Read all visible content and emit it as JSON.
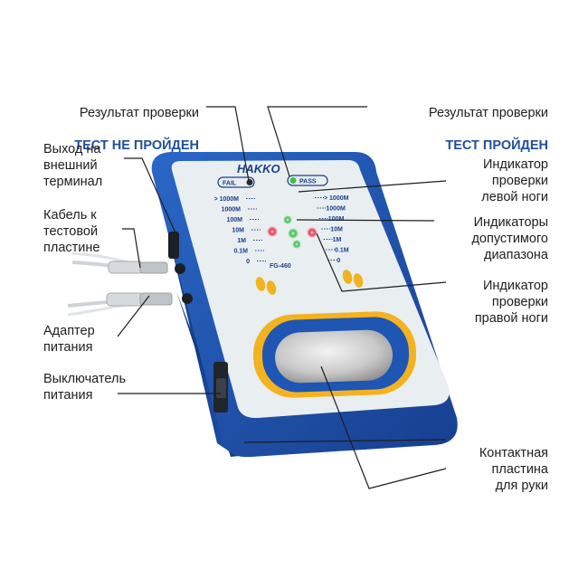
{
  "colors": {
    "device_blue": "#1f55b3",
    "panel": "#e9eef1",
    "accent_yellow": "#f3b21f",
    "led_red": "#e8384f",
    "led_green": "#3dbf4c",
    "text_dark": "#1e1e1e",
    "text_emphasis": "#1f4f9c"
  },
  "device": {
    "brand": "HAKKO",
    "model": "FG-460",
    "fail_label": "FAIL",
    "pass_label": "PASS",
    "scale_left": [
      "> 1000M",
      "1000M",
      "100M",
      "10M",
      "1M",
      "0.1M",
      "0"
    ],
    "scale_right": [
      "> 1000M",
      "1000M",
      "100M",
      "10M",
      "1M",
      "0.1M",
      "0"
    ]
  },
  "callouts": {
    "fail_result": {
      "line1": "Результат проверки",
      "line2": "ТЕСТ НЕ ПРОЙДЕН"
    },
    "pass_result": {
      "line1": "Результат проверки",
      "line2": "ТЕСТ ПРОЙДЕН"
    },
    "external_terminal": "Выход на\nвнешний\nтерминал",
    "test_plate_cable": "Кабель к\nтестовой\nпластине",
    "power_adapter": "Адаптер\nпитания",
    "power_switch": "Выключатель\nпитания",
    "left_foot_indicator": "Индикатор\nпроверки\nлевой ноги",
    "range_indicators": "Индикаторы\nдопустимого\nдиапазона",
    "right_foot_indicator": "Индикатор\nпроверки\nправой ноги",
    "hand_plate": "Контактная\nпластина\nдля руки"
  }
}
